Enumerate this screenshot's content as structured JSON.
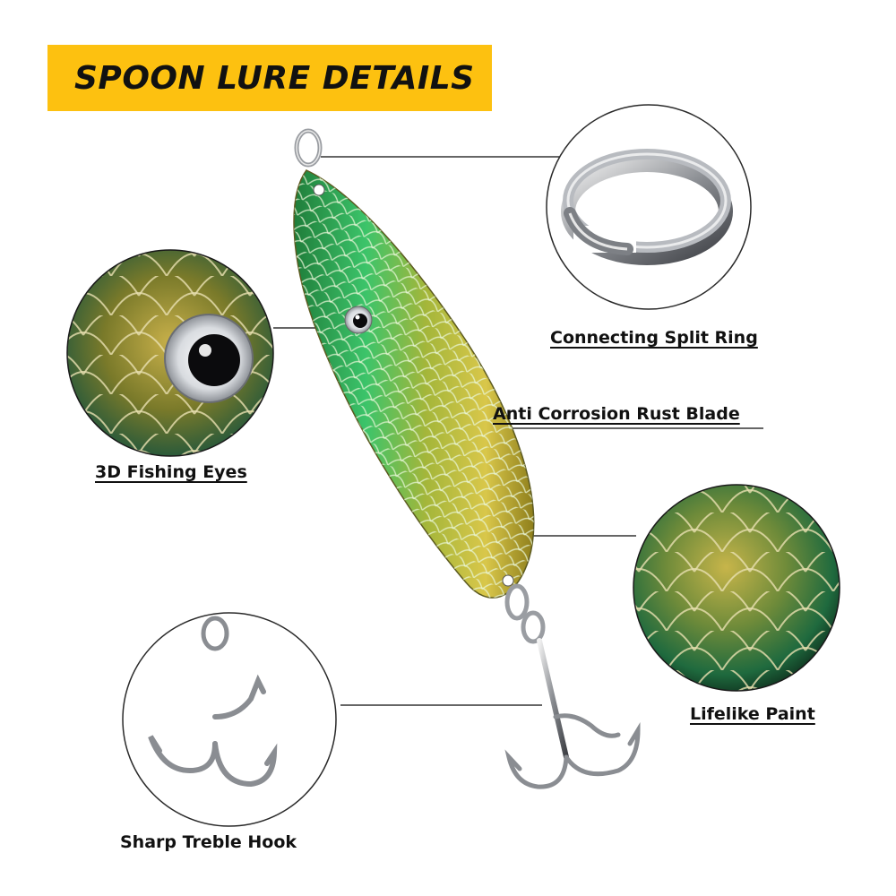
{
  "title": "SPOON LURE DETAILS",
  "features": {
    "split_ring": "Connecting Split Ring",
    "blade": "Anti Corrosion Rust Blade",
    "eyes": "3D Fishing Eyes",
    "paint": "Lifelike Paint",
    "hook": "Sharp Treble Hook"
  },
  "colors": {
    "banner": "#fdc110",
    "text": "#111111",
    "leader_line": "#333333",
    "circle_border": "#2a2a2a",
    "blade_gold": "#c9b53a",
    "blade_green": "#2fa65a"
  }
}
